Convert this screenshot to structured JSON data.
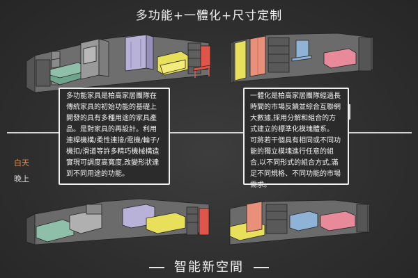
{
  "header": {
    "title": "多功能+一體化+尺寸定制"
  },
  "left_panel": {
    "text": "多功能家具是柏高家居團隊在傳統家具的初始功能的基礎上開發的具有多種用途的家具產品。是對家具的再設計。利用連桿機構/柔性連接/電機/輪子/機扣/滑道等許多精巧機械構造實現可調度高寬度,改變形狀達到不同用途的功能。"
  },
  "right_panel": {
    "text": "一體化是柏高家居團隊經過長時間的市場反饋並綜合互聯網大數據,採用分解和組合的方式建立的標準化模塊體系。 可將若干個具有相同或不同功能的獨立模塊進行任意的組合,以不同形式的組合方式,滿足不同規格、不同功能的市場需求。"
  },
  "labels": {
    "day": "白天",
    "night": "晚上"
  },
  "footer": {
    "title": "智能新空間"
  },
  "colors": {
    "background": "#2f2f2f",
    "green_module": "#8fbfa8",
    "purple_module": "#b9b2d8",
    "yellow_module": "#e8e05a",
    "red_module": "#e0554a",
    "blue_module": "#8fb3d6",
    "pink_module": "#e88a9a",
    "salmon_module": "#e8907a",
    "day_label": "#e38b4c"
  }
}
